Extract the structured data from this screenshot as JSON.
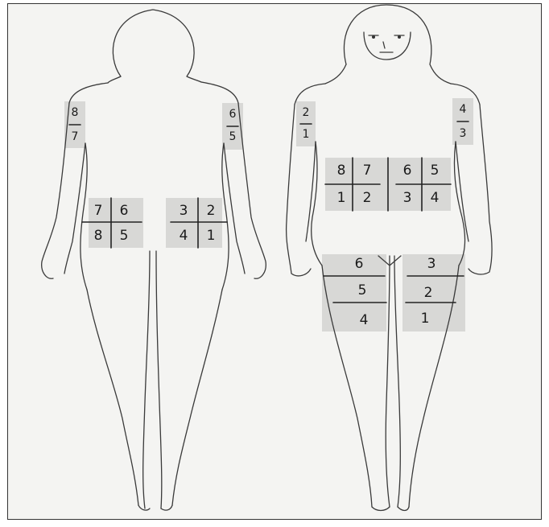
{
  "diagram": {
    "back_figure": {
      "left_arm": [
        "8",
        "7"
      ],
      "right_arm": [
        "6",
        "5"
      ],
      "left_buttock": [
        "7",
        "6",
        "8",
        "5"
      ],
      "right_buttock": [
        "3",
        "2",
        "4",
        "1"
      ]
    },
    "front_figure": {
      "right_arm": [
        "2",
        "1"
      ],
      "left_arm": [
        "4",
        "3"
      ],
      "abdomen_left": [
        "8",
        "7",
        "1",
        "2"
      ],
      "abdomen_right": [
        "6",
        "5",
        "3",
        "4"
      ],
      "right_thigh": [
        "6",
        "5",
        "4"
      ],
      "left_thigh": [
        "3",
        "2",
        "1"
      ]
    }
  }
}
